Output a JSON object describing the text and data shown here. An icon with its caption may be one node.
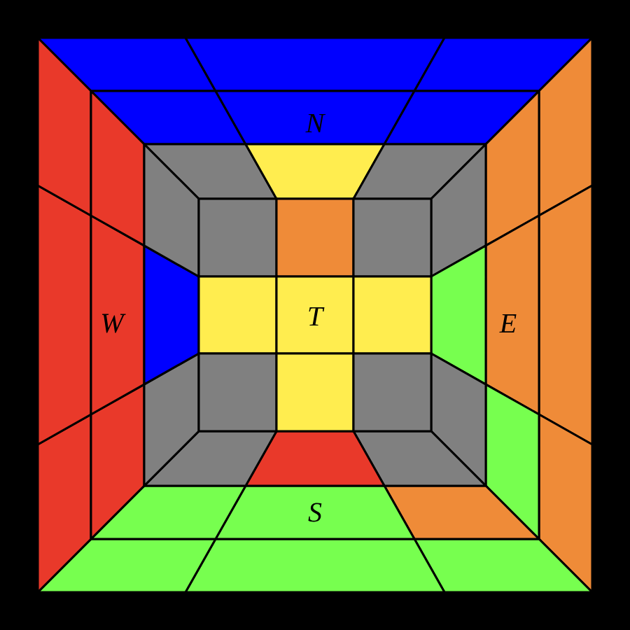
{
  "diagram": {
    "labels": [
      "N",
      "W",
      "T",
      "E",
      "S"
    ]
  }
}
